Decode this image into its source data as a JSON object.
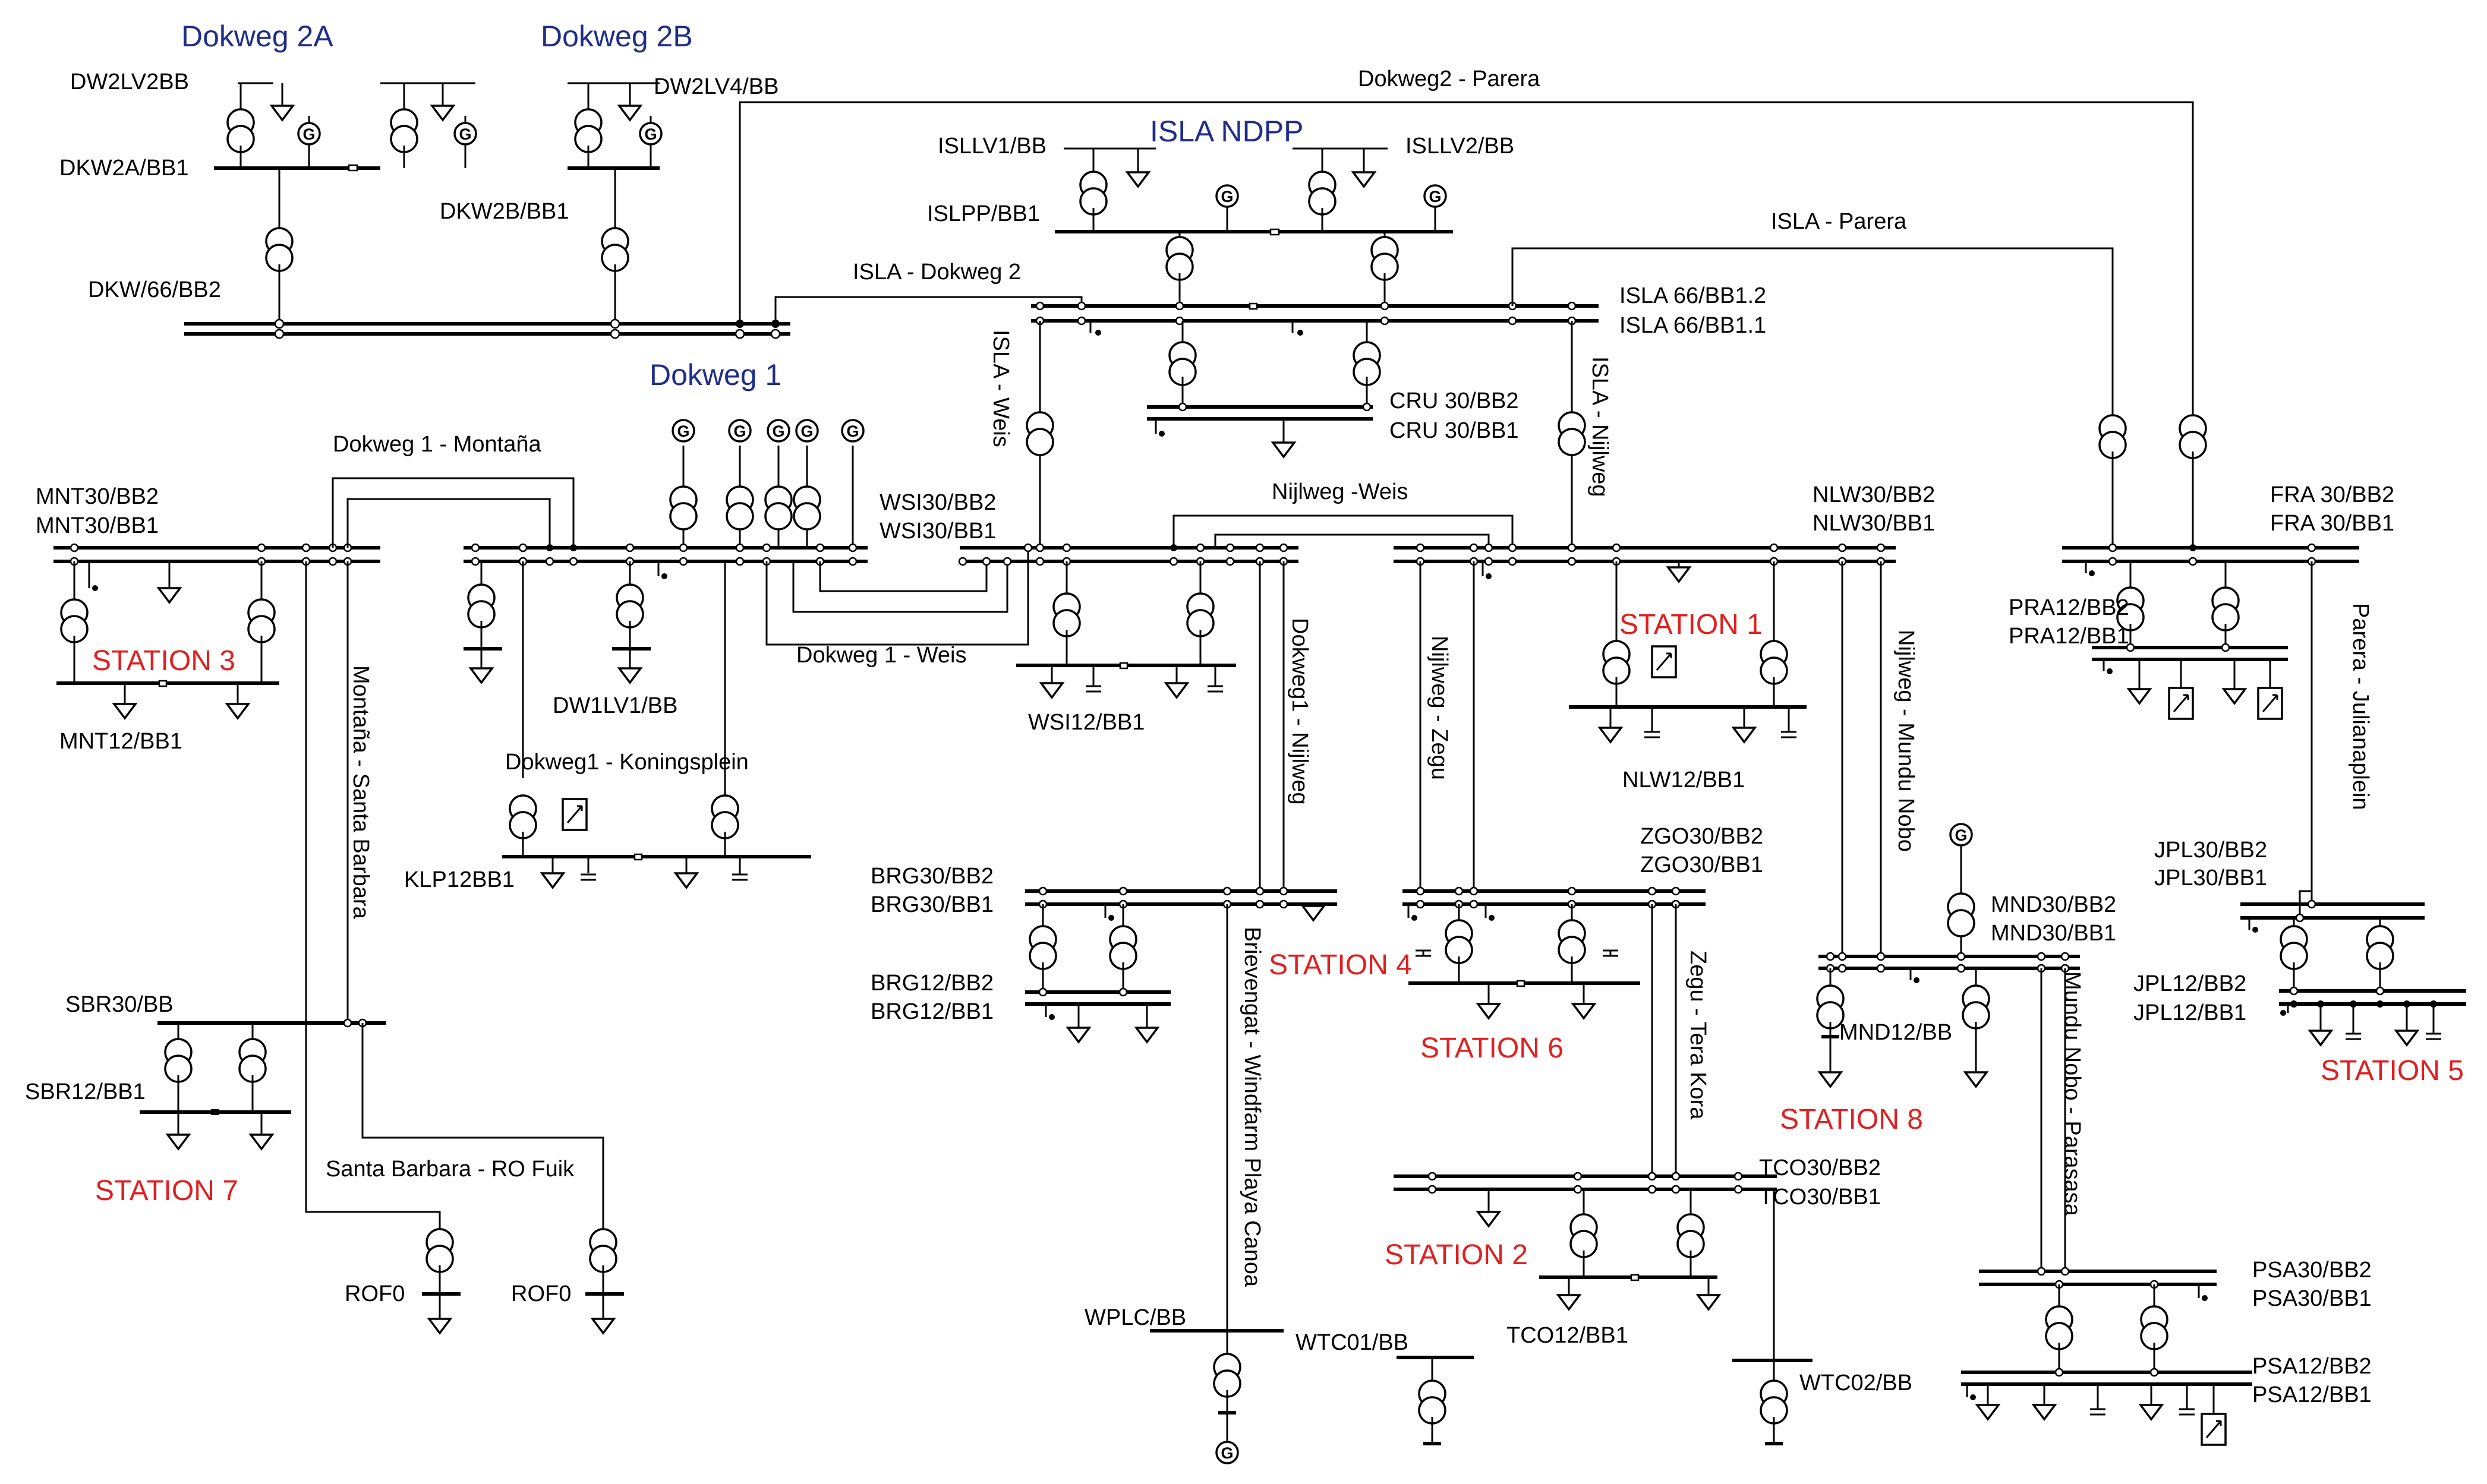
{
  "colors": {
    "line": "#000000",
    "title": "#1f2d8a",
    "station": "#e02020"
  },
  "gen_symbol": "G",
  "titles": {
    "dokweg_2a": "Dokweg 2A",
    "dokweg_2b": "Dokweg 2B",
    "isla_ndpp": "ISLA NDPP",
    "dokweg_1": "Dokweg 1"
  },
  "stations": {
    "s1": "STATION 1",
    "s2": "STATION 2",
    "s3": "STATION 3",
    "s4": "STATION 4",
    "s5": "STATION 5",
    "s6": "STATION 6",
    "s7": "STATION 7",
    "s8": "STATION 8"
  },
  "buses": {
    "dw2lv2bb": "DW2LV2BB",
    "dkw2a_bb1": "DKW2A/BB1",
    "dw2lv4_bb": "DW2LV4/BB",
    "dkw2b_bb1": "DKW2B/BB1",
    "dkw_66_bb2": "DKW/66/BB2",
    "isllv1_bb": "ISLLV1/BB",
    "isllv2_bb": "ISLLV2/BB",
    "islpp_bb1": "ISLPP/BB1",
    "isla66_bb12": "ISLA 66/BB1.2",
    "isla66_bb11": "ISLA 66/BB1.1",
    "cru30_bb2": "CRU 30/BB2",
    "cru30_bb1": "CRU 30/BB1",
    "mnt30_bb2": "MNT30/BB2",
    "mnt30_bb1": "MNT30/BB1",
    "mnt12_bb1": "MNT12/BB1",
    "wsi30_bb2": "WSI30/BB2",
    "wsi30_bb1": "WSI30/BB1",
    "wsi12_bb1": "WSI12/BB1",
    "dw1lv1_bb": "DW1LV1/BB",
    "klp12bb1": "KLP12BB1",
    "nlw30_bb2": "NLW30/BB2",
    "nlw30_bb1": "NLW30/BB1",
    "nlw12_bb1": "NLW12/BB1",
    "fra30_bb2": "FRA 30/BB2",
    "fra30_bb1": "FRA 30/BB1",
    "pra12_bb2": "PRA12/BB2",
    "pra12_bb1": "PRA12/BB1",
    "brg30_bb2": "BRG30/BB2",
    "brg30_bb1": "BRG30/BB1",
    "brg12_bb2": "BRG12/BB2",
    "brg12_bb1": "BRG12/BB1",
    "zgo30_bb2": "ZGO30/BB2",
    "zgo30_bb1": "ZGO30/BB1",
    "jpl30_bb2": "JPL30/BB2",
    "jpl30_bb1": "JPL30/BB1",
    "mnd30_bb2": "MND30/BB2",
    "mnd30_bb1": "MND30/BB1",
    "mnd12_bb": "MND12/BB",
    "jpl12_bb2": "JPL12/BB2",
    "jpl12_bb1": "JPL12/BB1",
    "sbr30_bb": "SBR30/BB",
    "sbr12_bb1": "SBR12/BB1",
    "tco30_bb2": "TCO30/BB2",
    "tco30_bb1": "TCO30/BB1",
    "tco12_bb1": "TCO12/BB1",
    "rof0_a": "ROF0",
    "rof0_b": "ROF0",
    "wplc_bb": "WPLC/BB",
    "wtc01_bb": "WTC01/BB",
    "wtc02_bb": "WTC02/BB",
    "psa30_bb2": "PSA30/BB2",
    "psa30_bb1": "PSA30/BB1",
    "psa12_bb2": "PSA12/BB2",
    "psa12_bb1": "PSA12/BB1"
  },
  "lines": {
    "dokweg2_parera": "Dokweg2 - Parera",
    "isla_parera": "ISLA - Parera",
    "isla_dokweg2": "ISLA - Dokweg 2",
    "isla_weis": "ISLA - Weis",
    "isla_nijlweg": "ISLA - Nijlweg",
    "dokweg1_montana": "Dokweg 1 - Montaña",
    "nijlweg_weis": "Nijlweg -Weis",
    "dokweg1_weis": "Dokweg 1 - Weis",
    "dokweg1_koningsplein": "Dokweg1 - Koningsplein",
    "montana_santabarbara": "Montaña - Santa Barbara",
    "dokweg1_nijlweg": "Dokweg1 - Nijlweg",
    "nijlweg_zegu": "Nijlweg - Zegu",
    "nijlweg_mundonobo": "Nijlweg - Mundu Nobo",
    "parera_julianaplein": "Parera - Julianaplein",
    "brievengat_windfarm": "Brievengat - Windfarm Playa Canoa",
    "zegu_terakora": "Zegu - Tera Kora",
    "mundonobo_parasasa": "Mundu Nobo - Parasasa",
    "santabarbara_rofuik": "Santa Barbara - RO Fuik"
  }
}
